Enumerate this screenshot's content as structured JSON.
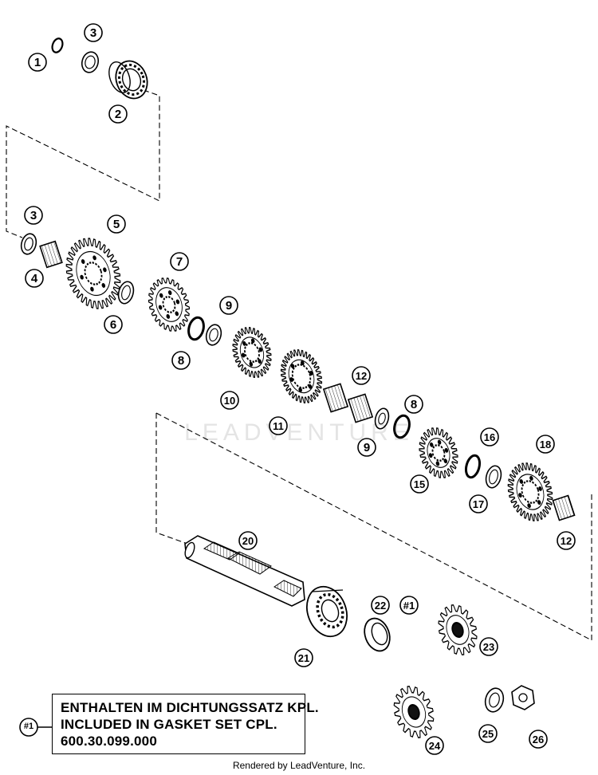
{
  "labels": [
    "1",
    "2",
    "3",
    "3",
    "4",
    "5",
    "6",
    "7",
    "8",
    "9",
    "10",
    "11",
    "12",
    "8",
    "9",
    "15",
    "16",
    "17",
    "18",
    "12",
    "20",
    "21",
    "22",
    "#1",
    "23",
    "24",
    "25",
    "26"
  ],
  "note": {
    "ref": "#1",
    "lines": [
      "ENTHALTEN IM DICHTUNGSSATZ KPL.",
      "INCLUDED IN GASKET SET CPL.",
      "600.30.099.000"
    ]
  },
  "watermark": "LEADVENTURE",
  "footer": "Rendered by LeadVenture, Inc."
}
